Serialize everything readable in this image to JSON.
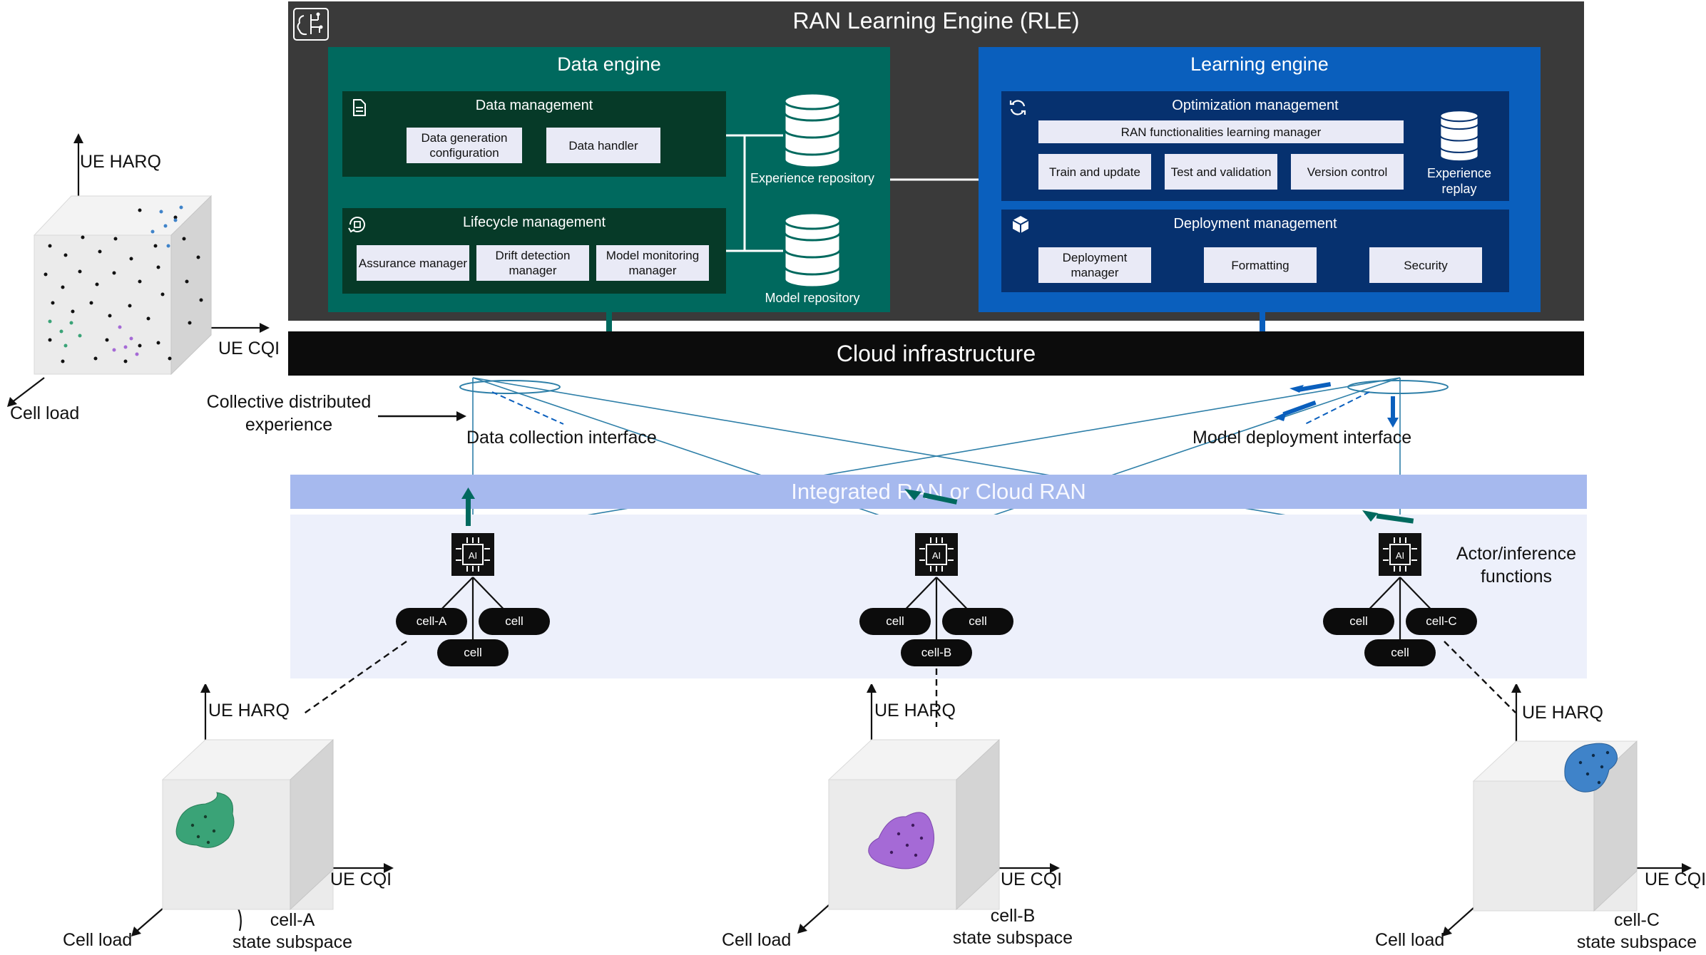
{
  "rle": {
    "title": "RAN Learning Engine (RLE)"
  },
  "data_engine": {
    "title": "Data engine",
    "data_management": {
      "title": "Data management",
      "boxes": [
        "Data generation configuration",
        "Data handler"
      ]
    },
    "lifecycle_management": {
      "title": "Lifecycle management",
      "boxes": [
        "Assurance manager",
        "Drift detection manager",
        "Model monitoring manager"
      ]
    },
    "experience_repository": "Experience repository",
    "model_repository": "Model repository"
  },
  "learning_engine": {
    "title": "Learning engine",
    "optimization_management": {
      "title": "Optimization management",
      "wide_box": "RAN functionalities learning manager",
      "boxes": [
        "Train and update",
        "Test and validation",
        "Version control"
      ]
    },
    "experience_replay": "Experience replay",
    "deployment_management": {
      "title": "Deployment management",
      "boxes": [
        "Deployment manager",
        "Formatting",
        "Security"
      ]
    }
  },
  "cloud": "Cloud infrastructure",
  "collective": "Collective distributed experience",
  "data_collection": "Data collection interface",
  "model_deployment": "Model deployment interface",
  "ran_band": "Integrated RAN or Cloud RAN",
  "actor": "Actor/inference functions",
  "chip_label": "AI",
  "cells": {
    "a": [
      "cell-A",
      "cell",
      "cell"
    ],
    "b": [
      "cell",
      "cell",
      "cell-B"
    ],
    "c": [
      "cell",
      "cell-C",
      "cell"
    ]
  },
  "axes": {
    "harq": "UE HARQ",
    "cqi": "UE CQI",
    "load": "Cell load"
  },
  "subspace": {
    "a": [
      "cell-A",
      "state subspace"
    ],
    "b": [
      "cell-B",
      "state subspace"
    ],
    "c": [
      "cell-C",
      "state subspace"
    ]
  },
  "colors": {
    "green": "#3aa377",
    "purple": "#a56ad6",
    "blue": "#3f83c9",
    "teal": "#00695e",
    "navy": "#0a5fbd"
  }
}
